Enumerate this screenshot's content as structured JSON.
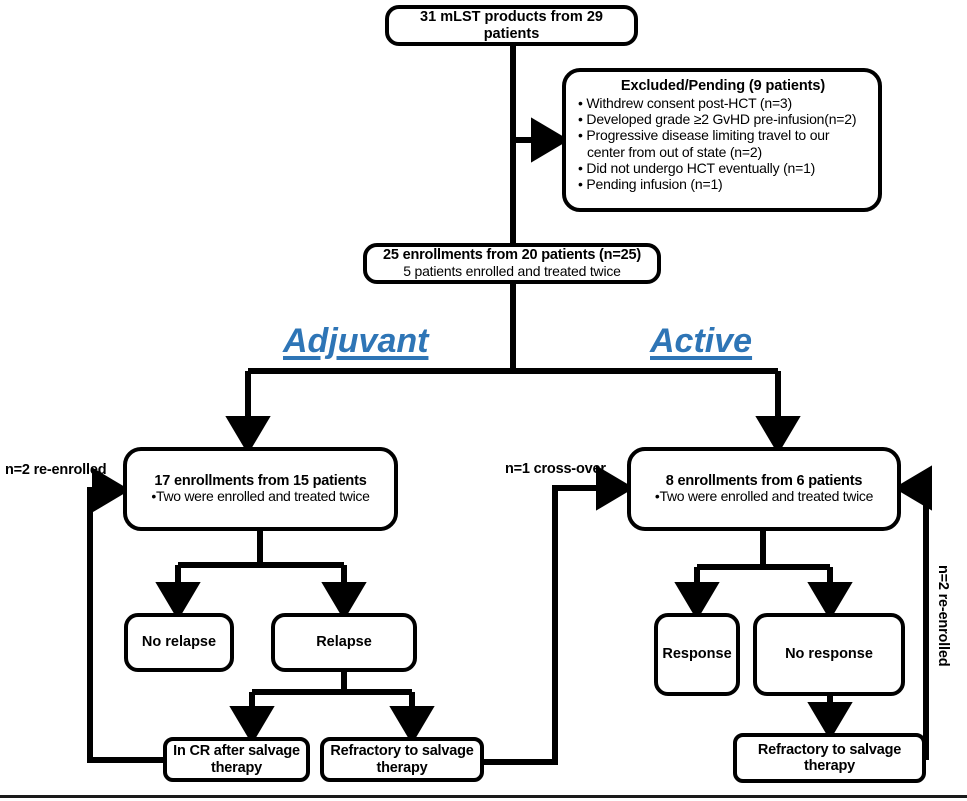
{
  "diagram": {
    "title_flow": "mLST products patient enrollment CONSORT flow",
    "nodes": {
      "top": {
        "line1": "31 mLST products from 29",
        "line2": "patients"
      },
      "excluded": {
        "header": "Excluded/Pending (9 patients)",
        "items": [
          "Withdrew consent post-HCT (n=3)",
          "Developed grade ≥2 GvHD pre-infusion(n=2)",
          "Progressive disease limiting travel to our\n  center from out of state (n=2)",
          "Did not undergo HCT eventually (n=1)",
          "Pending infusion (n=1)"
        ]
      },
      "enrollments": {
        "line1": "25 enrollments from 20 patients (n=25)",
        "line2": "5 patients enrolled and treated twice"
      },
      "adjuvant_box": {
        "line1": "17 enrollments from 15 patients",
        "line2": "•Two were enrolled and treated twice"
      },
      "active_box": {
        "line1": "8 enrollments from 6 patients",
        "line2": "•Two were enrolled and treated twice"
      },
      "no_relapse": {
        "label": "No relapse"
      },
      "relapse": {
        "label": "Relapse"
      },
      "response": {
        "label": "Response"
      },
      "no_response": {
        "label": "No response"
      },
      "in_cr": {
        "line1": "In CR after salvage",
        "line2": "therapy"
      },
      "refractory_left": {
        "line1": "Refractory to salvage",
        "line2": "therapy"
      },
      "refractory_right": {
        "line1": "Refractory to salvage",
        "line2": "therapy"
      }
    },
    "branches": {
      "adjuvant": "Adjuvant",
      "active": "Active"
    },
    "edge_labels": {
      "re_enrolled_left": "n=2 re-enrolled",
      "cross_over": "n=1 cross-over",
      "re_enrolled_right": "n=2 re-enrolled"
    },
    "colors": {
      "branch_accent": "#2E75B6",
      "stroke": "#000000",
      "background": "#FFFFFF"
    }
  }
}
